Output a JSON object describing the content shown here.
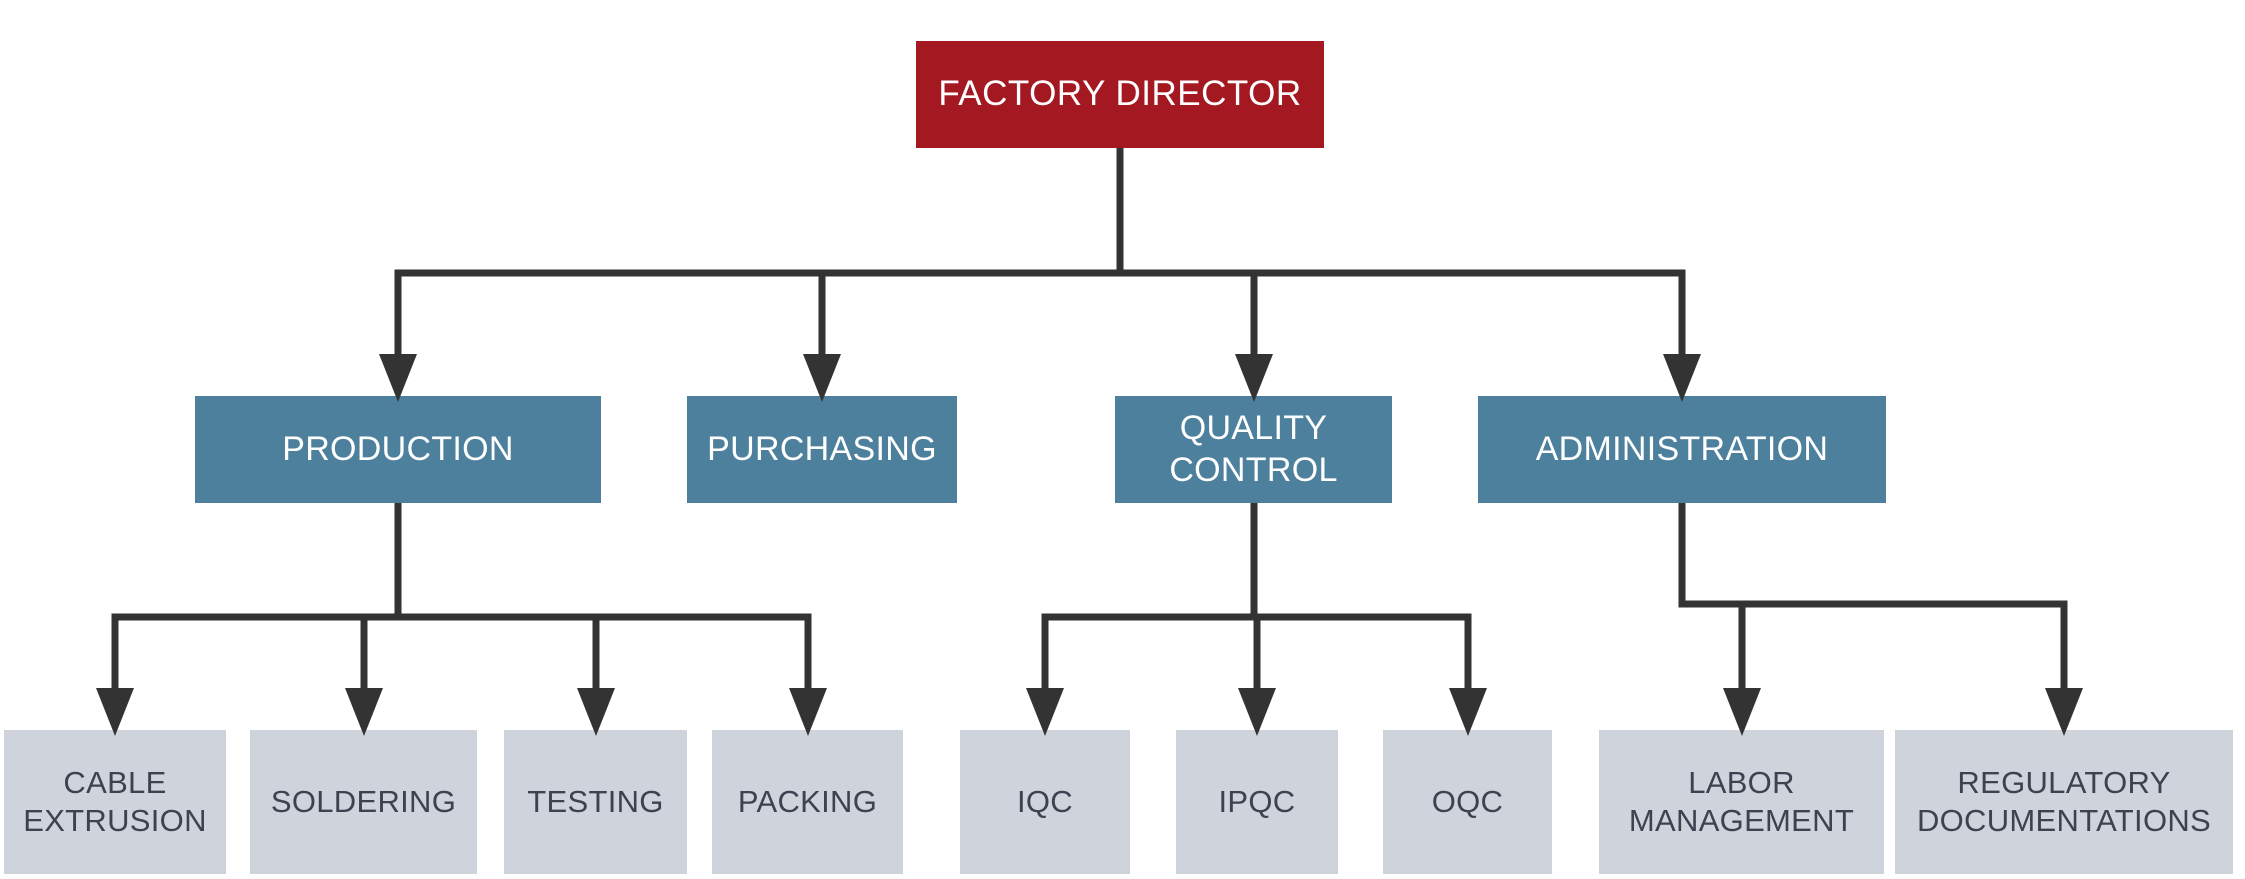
{
  "org": {
    "root": {
      "label": "FACTORY DIRECTOR",
      "children": [
        {
          "label": "PRODUCTION",
          "children": [
            {
              "label": "CABLE EXTRUSION"
            },
            {
              "label": "SOLDERING"
            },
            {
              "label": "TESTING"
            },
            {
              "label": "PACKING"
            }
          ]
        },
        {
          "label": "PURCHASING",
          "children": []
        },
        {
          "label": "QUALITY CONTROL",
          "children": [
            {
              "label": "IQC"
            },
            {
              "label": "IPQC"
            },
            {
              "label": "OQC"
            }
          ]
        },
        {
          "label": "ADMINISTRATION",
          "children": [
            {
              "label": "LABOR MANAGEMENT"
            },
            {
              "label": "REGULATORY DOCUMENTATIONS"
            }
          ]
        }
      ]
    }
  },
  "colors": {
    "background": "#FFFFFF",
    "root_bg": "#A41822",
    "dept_bg": "#4D809D",
    "leaf_bg": "#CFD3DC",
    "leaf_text": "#3C4250",
    "text_on_color": "#FFFFFF",
    "connector": "#333333"
  }
}
